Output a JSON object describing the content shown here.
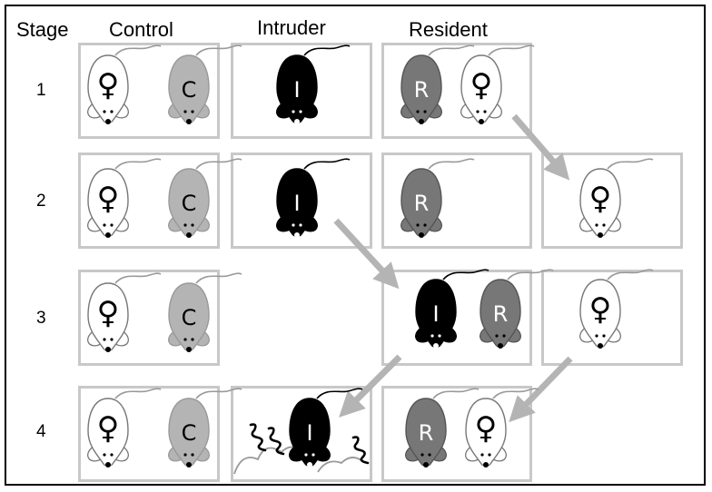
{
  "headers": {
    "stage": "Stage",
    "control": "Control",
    "intruder": "Intruder",
    "resident": "Resident"
  },
  "stages": [
    "1",
    "2",
    "3",
    "4"
  ],
  "mouse_labels": {
    "control": "C",
    "intruder": "I",
    "resident": "R",
    "female": "♀"
  },
  "colors": {
    "female_mouse": "#ffffff",
    "control_mouse": "#b4b4b4",
    "intruder_mouse": "#000000",
    "resident_mouse": "#777777",
    "box_border": "#c8c8c8",
    "arrow": "#b4b4b4"
  }
}
